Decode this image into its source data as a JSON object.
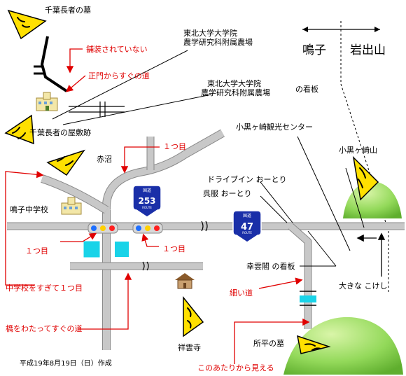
{
  "labels": {
    "grave_chiba": "千葉長者の墓",
    "unpaved": "舗装されていない",
    "main_gate": "正門からすぐの道",
    "univ1_line1": "東北大学大学院",
    "univ1_line2": "農学研究科附属農場",
    "univ2_line1": "東北大学大学院",
    "univ2_line2": "農学研究科附属農場",
    "signboard": "の看板",
    "mansion_ruins": "千葉長者の屋敷跡",
    "naruko": "鳴子",
    "iwadeyama": "岩出山",
    "obgurosaki_center": "小黒ヶ崎観光センター",
    "first_turn_top": "１つ目",
    "akanuma": "赤沼",
    "mt_okurosaki": "小黒ヶ崎山",
    "drive_in": "ドライブイン おーとり",
    "gofuku": "呉服 おーとり",
    "naruko_jhs": "鳴子中学校",
    "first_left": "１つ目",
    "first_right": "１つ目",
    "koun_sign": "幸雲閣 の看板",
    "big_kokeshi": "大きな こけし",
    "after_school": "中学校をすぎて１つ目",
    "narrow_road": "細い道",
    "after_bridge": "橋をわたってすぐの道",
    "shoheino_haka": "所平の墓",
    "shounji": "祥雲寺",
    "date": "平成19年8月19日（日）作成",
    "visible_here": "このあたりから見える"
  },
  "route_signs": {
    "route253": "253",
    "route47": "47",
    "kokudo": "国道",
    "route": "ROUTE"
  },
  "colors": {
    "road": "#bdbdbd",
    "road_edge": "#8a8a8a",
    "annotation": "#e00000",
    "pointer": "#000000",
    "sign_yellow": "#ffe000",
    "sign_blue": "#1a2fa8",
    "bridge": "#19d3e8",
    "hill": "#8fd65a"
  }
}
